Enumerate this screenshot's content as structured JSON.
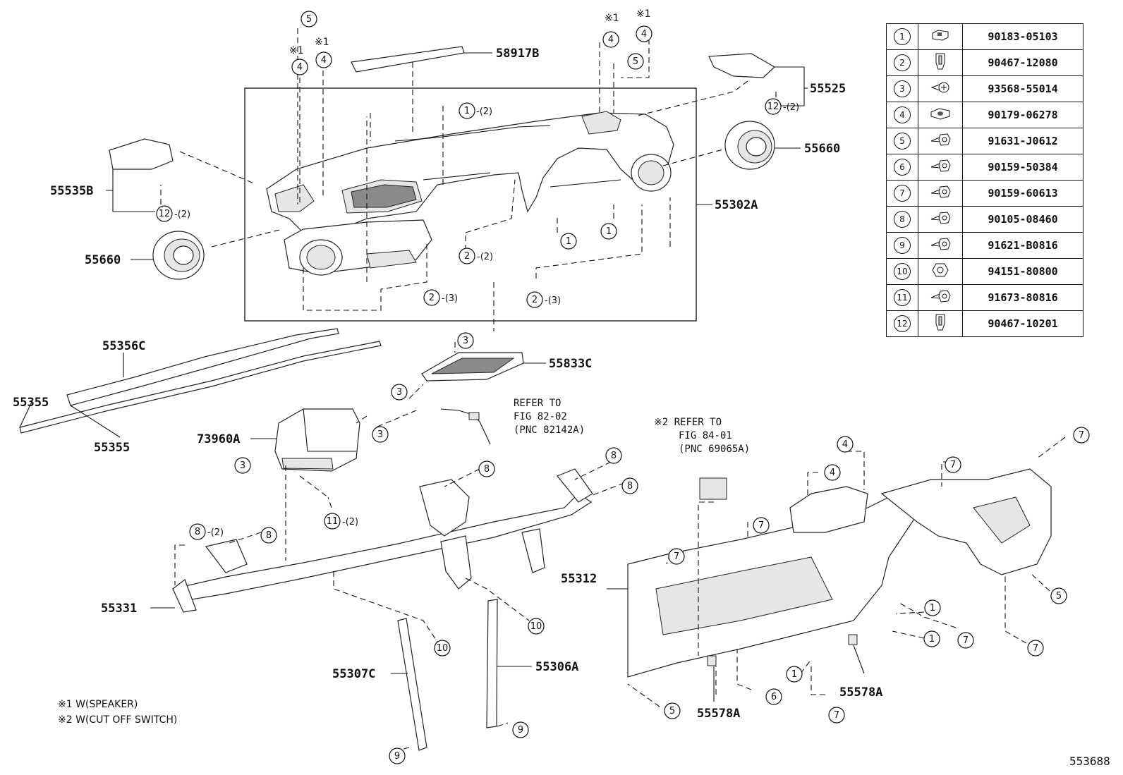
{
  "part_numbers": {
    "p58917B": "58917B",
    "p55525": "55525",
    "p55660_right": "55660",
    "p55535B": "55535B",
    "p55302A": "55302A",
    "p55660_left": "55660",
    "p55356C": "55356C",
    "p55355_left": "55355",
    "p55355_bottom": "55355",
    "p55833C": "55833C",
    "p73960A": "73960A",
    "p55312": "55312",
    "p55331": "55331",
    "p55307C": "55307C",
    "p55306A": "55306A",
    "p55578A_center": "55578A",
    "p55578A_right": "55578A"
  },
  "refer_notes": {
    "fig82": [
      "REFER TO",
      "FIG 82-02",
      "(PNC 82142A)"
    ],
    "fig84": [
      "※2 REFER TO",
      "FIG 84-01",
      "(PNC 69065A)"
    ]
  },
  "footnotes": {
    "n1": "※1 W(SPEAKER)",
    "n2": "※2 W(CUT OFF SWITCH)"
  },
  "marks": {
    "m1": "※1"
  },
  "quantities": {
    "q2": "-(2)",
    "q3": "-(3)"
  },
  "callout_numbers": [
    "1",
    "2",
    "3",
    "4",
    "5",
    "6",
    "7",
    "8",
    "9",
    "10",
    "11",
    "12"
  ],
  "diagram_id": "553688",
  "fastener_table": [
    {
      "key": "1",
      "icon": "clip-nut-icon",
      "number": "90183-05103"
    },
    {
      "key": "2",
      "icon": "clip-icon",
      "number": "90467-12080"
    },
    {
      "key": "3",
      "icon": "screw-icon",
      "number": "93568-55014"
    },
    {
      "key": "4",
      "icon": "speed-nut-icon",
      "number": "90179-06278"
    },
    {
      "key": "5",
      "icon": "bolt-icon",
      "number": "91631-J0612"
    },
    {
      "key": "6",
      "icon": "bolt-icon",
      "number": "90159-50384"
    },
    {
      "key": "7",
      "icon": "bolt-icon",
      "number": "90159-60613"
    },
    {
      "key": "8",
      "icon": "bolt-icon",
      "number": "90105-08460"
    },
    {
      "key": "9",
      "icon": "bolt-icon",
      "number": "91621-B0816"
    },
    {
      "key": "10",
      "icon": "nut-icon",
      "number": "94151-80800"
    },
    {
      "key": "11",
      "icon": "bolt-icon",
      "number": "91673-80816"
    },
    {
      "key": "12",
      "icon": "clip-icon",
      "number": "90467-10201"
    }
  ]
}
